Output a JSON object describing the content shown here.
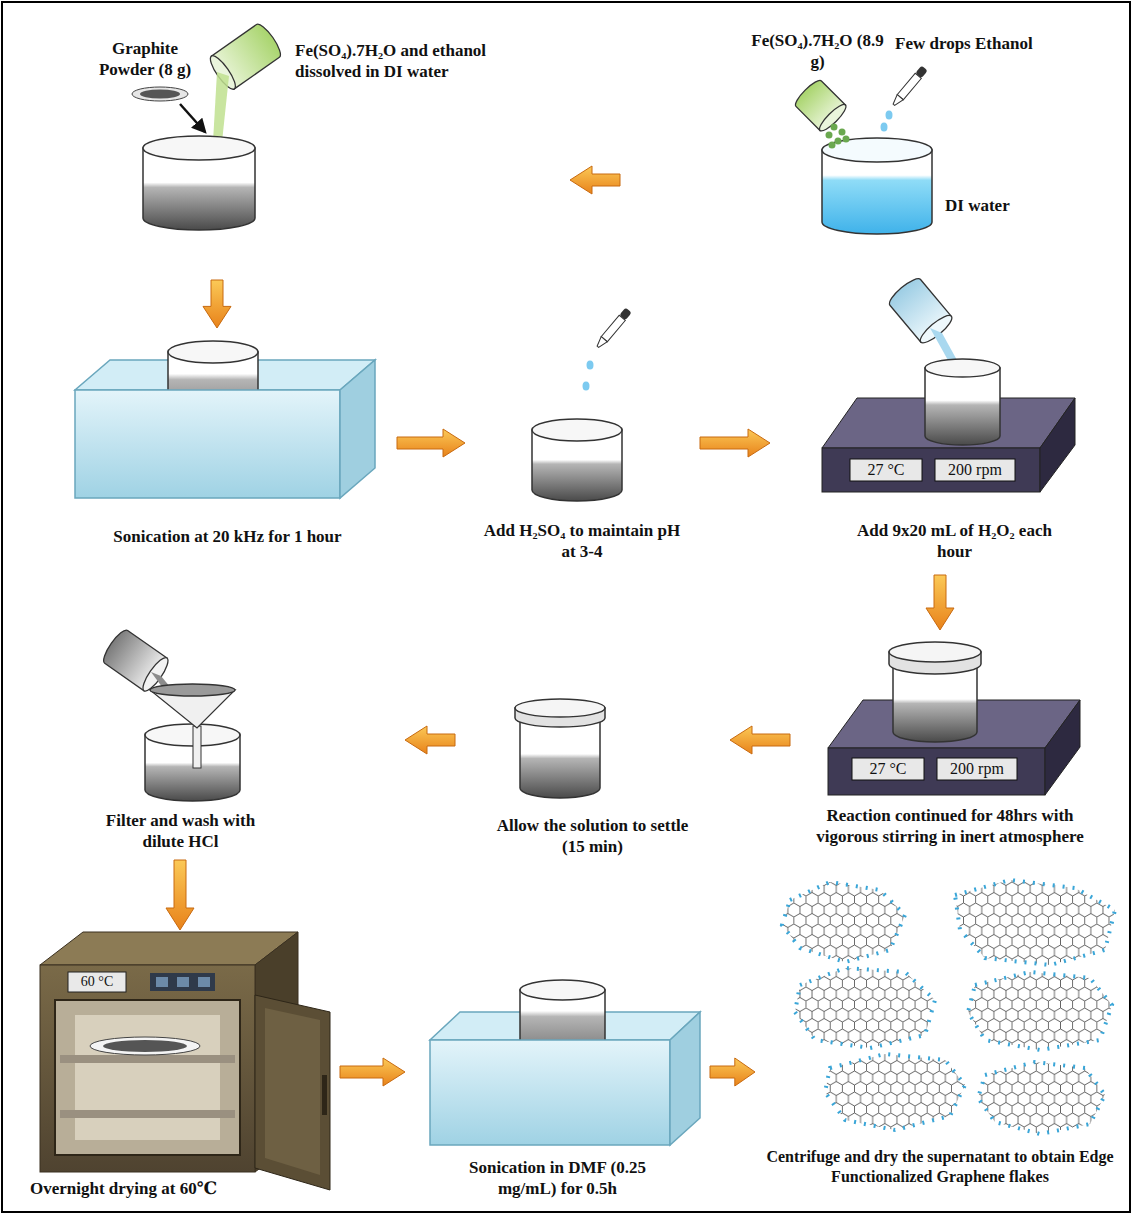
{
  "diagram": {
    "nodes": [
      {
        "text": [
          "Fe(SO₄).7H₂O (8.9 g)",
          "Few drops Ethanol",
          "DI water"
        ]
      },
      {
        "text": [
          "Graphite Powder (8 g)",
          "Fe(SO₄).7H₂O and ethanol dissolved in DI water"
        ]
      },
      {
        "text": [
          "Sonication at 20 kHz for 1 hour"
        ]
      },
      {
        "text": [
          "Add H₂SO₄ to maintain pH at 3-4"
        ]
      },
      {
        "text": [
          "27 °C",
          "200 rpm",
          "Add 9x20 mL of H₂O₂ each hour"
        ]
      },
      {
        "text": [
          "27 °C",
          "200 rpm",
          "Reaction continued for 48hrs with vigorous stirring in inert atmosphere"
        ]
      },
      {
        "text": [
          "Allow the solution to settle (15 min)"
        ]
      },
      {
        "text": [
          "Filter and wash with dilute HCl"
        ]
      },
      {
        "text": [
          "60 °C",
          "Overnight drying at 60℃"
        ]
      },
      {
        "text": [
          "Sonication in DMF (0.25 mg/mL) for 0.5h"
        ]
      },
      {
        "text": [
          "Centrifuge and dry the supernatant to obtain Edge Functionalized Graphene flakes"
        ]
      }
    ],
    "edges": [
      {
        "from": 0,
        "to": 1,
        "arrow": "to"
      },
      {
        "from": 1,
        "to": 2,
        "arrow": "to"
      },
      {
        "from": 2,
        "to": 3,
        "arrow": "to"
      },
      {
        "from": 3,
        "to": 4,
        "arrow": "to"
      },
      {
        "from": 4,
        "to": 5,
        "arrow": "to"
      },
      {
        "from": 5,
        "to": 6,
        "arrow": "to"
      },
      {
        "from": 6,
        "to": 7,
        "arrow": "to"
      },
      {
        "from": 7,
        "to": 8,
        "arrow": "to"
      },
      {
        "from": 8,
        "to": 9,
        "arrow": "to"
      },
      {
        "from": 9,
        "to": 10,
        "arrow": "to"
      }
    ]
  }
}
